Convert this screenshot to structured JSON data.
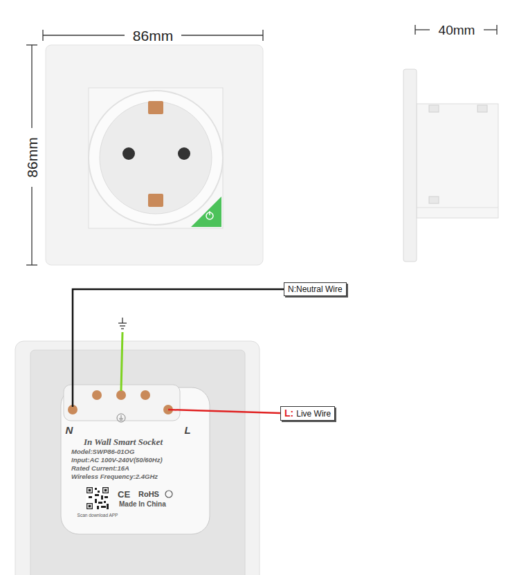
{
  "diagram": {
    "nodes": [
      {
        "text": [
          "N:Neutral Wire"
        ]
      },
      {
        "text": [
          "L:",
          "Live Wire"
        ]
      }
    ],
    "labels": [
      "86mm",
      "86mm",
      "40mm",
      "N",
      "L",
      "In Wall Smart Socket",
      "Model:SWP86-01OG",
      "Input:AC 100V-240V(50/60Hz)",
      "Rated Current:16A",
      "Wireless Frequency:2.4GHz",
      "CE",
      "RoHS",
      "Scan download APP",
      "Made In China"
    ]
  }
}
